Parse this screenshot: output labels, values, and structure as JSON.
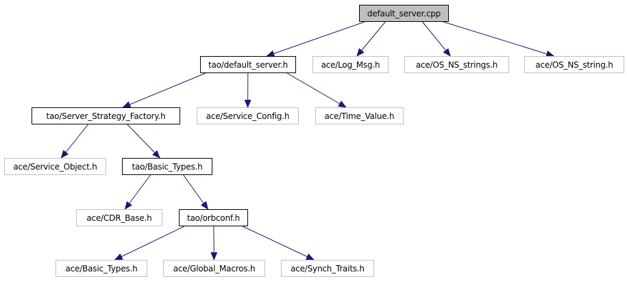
{
  "graph": {
    "colors": {
      "edge": "#191970",
      "root_fill": "#bfbfbf",
      "internal_border": "#000000",
      "external_border": "#bfbfbf"
    },
    "nodes": [
      {
        "id": "n_default_server_cpp",
        "label": "default_server.cpp",
        "kind": "root"
      },
      {
        "id": "n_tao_default_server_h",
        "label": "tao/default_server.h",
        "kind": "internal"
      },
      {
        "id": "n_ace_log_msg_h",
        "label": "ace/Log_Msg.h",
        "kind": "external"
      },
      {
        "id": "n_ace_os_ns_strings_h",
        "label": "ace/OS_NS_strings.h",
        "kind": "external"
      },
      {
        "id": "n_ace_os_ns_string_h",
        "label": "ace/OS_NS_string.h",
        "kind": "external"
      },
      {
        "id": "n_tao_server_strategy_factory_h",
        "label": "tao/Server_Strategy_Factory.h",
        "kind": "internal"
      },
      {
        "id": "n_ace_service_config_h",
        "label": "ace/Service_Config.h",
        "kind": "external"
      },
      {
        "id": "n_ace_time_value_h",
        "label": "ace/Time_Value.h",
        "kind": "external"
      },
      {
        "id": "n_ace_service_object_h",
        "label": "ace/Service_Object.h",
        "kind": "external"
      },
      {
        "id": "n_tao_basic_types_h",
        "label": "tao/Basic_Types.h",
        "kind": "internal"
      },
      {
        "id": "n_ace_cdr_base_h",
        "label": "ace/CDR_Base.h",
        "kind": "external"
      },
      {
        "id": "n_tao_orbconf_h",
        "label": "tao/orbconf.h",
        "kind": "internal"
      },
      {
        "id": "n_ace_basic_types_h",
        "label": "ace/Basic_Types.h",
        "kind": "external"
      },
      {
        "id": "n_ace_global_macros_h",
        "label": "ace/Global_Macros.h",
        "kind": "external"
      },
      {
        "id": "n_ace_synch_traits_h",
        "label": "ace/Synch_Traits.h",
        "kind": "external"
      }
    ],
    "edges": [
      {
        "from": "n_default_server_cpp",
        "to": "n_tao_default_server_h"
      },
      {
        "from": "n_default_server_cpp",
        "to": "n_ace_log_msg_h"
      },
      {
        "from": "n_default_server_cpp",
        "to": "n_ace_os_ns_strings_h"
      },
      {
        "from": "n_default_server_cpp",
        "to": "n_ace_os_ns_string_h"
      },
      {
        "from": "n_tao_default_server_h",
        "to": "n_tao_server_strategy_factory_h"
      },
      {
        "from": "n_tao_default_server_h",
        "to": "n_ace_service_config_h"
      },
      {
        "from": "n_tao_default_server_h",
        "to": "n_ace_time_value_h"
      },
      {
        "from": "n_tao_server_strategy_factory_h",
        "to": "n_ace_service_object_h"
      },
      {
        "from": "n_tao_server_strategy_factory_h",
        "to": "n_tao_basic_types_h"
      },
      {
        "from": "n_tao_basic_types_h",
        "to": "n_ace_cdr_base_h"
      },
      {
        "from": "n_tao_basic_types_h",
        "to": "n_tao_orbconf_h"
      },
      {
        "from": "n_tao_orbconf_h",
        "to": "n_ace_basic_types_h"
      },
      {
        "from": "n_tao_orbconf_h",
        "to": "n_ace_global_macros_h"
      },
      {
        "from": "n_tao_orbconf_h",
        "to": "n_ace_synch_traits_h"
      }
    ]
  }
}
